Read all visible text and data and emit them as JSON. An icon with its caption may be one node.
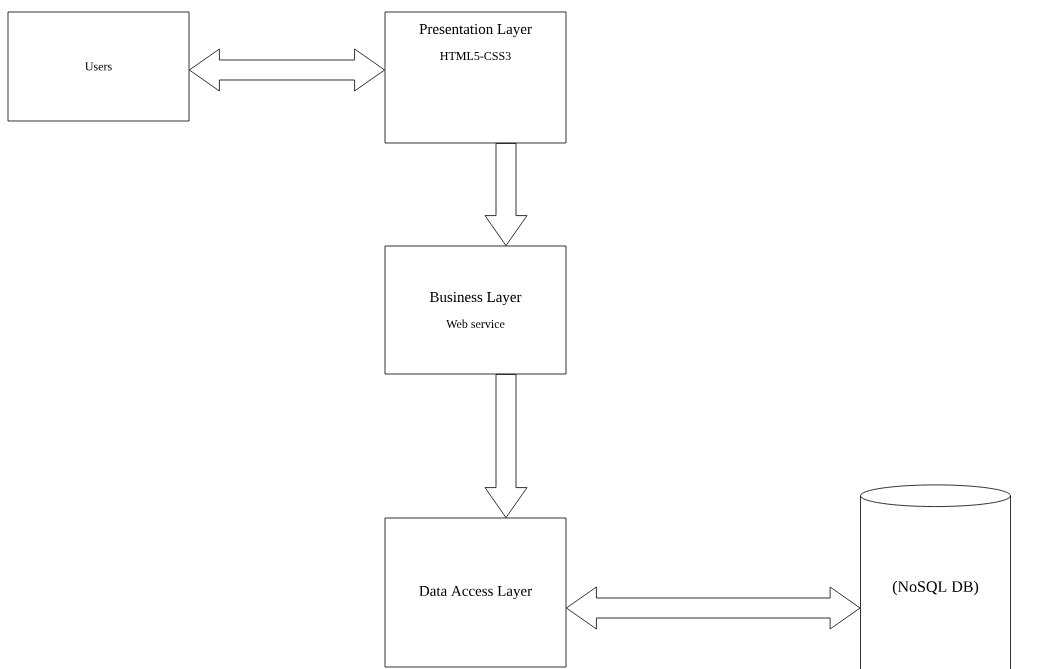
{
  "diagram": {
    "nodes": [
      {
        "text": [
          "Users"
        ]
      },
      {
        "text": [
          "Presentation Layer",
          "HTML5-CSS3"
        ]
      },
      {
        "text": [
          "Business Layer",
          "Web service"
        ]
      },
      {
        "text": [
          "Data Access Layer"
        ]
      },
      {
        "text": [
          "(NoSQL DB)"
        ]
      }
    ],
    "edges": [
      {
        "from": 0,
        "to": 1,
        "arrow": "both"
      },
      {
        "from": 1,
        "to": 2,
        "arrow": "to"
      },
      {
        "from": 2,
        "to": 3,
        "arrow": "to"
      },
      {
        "from": 3,
        "to": 4,
        "arrow": "both"
      }
    ]
  }
}
